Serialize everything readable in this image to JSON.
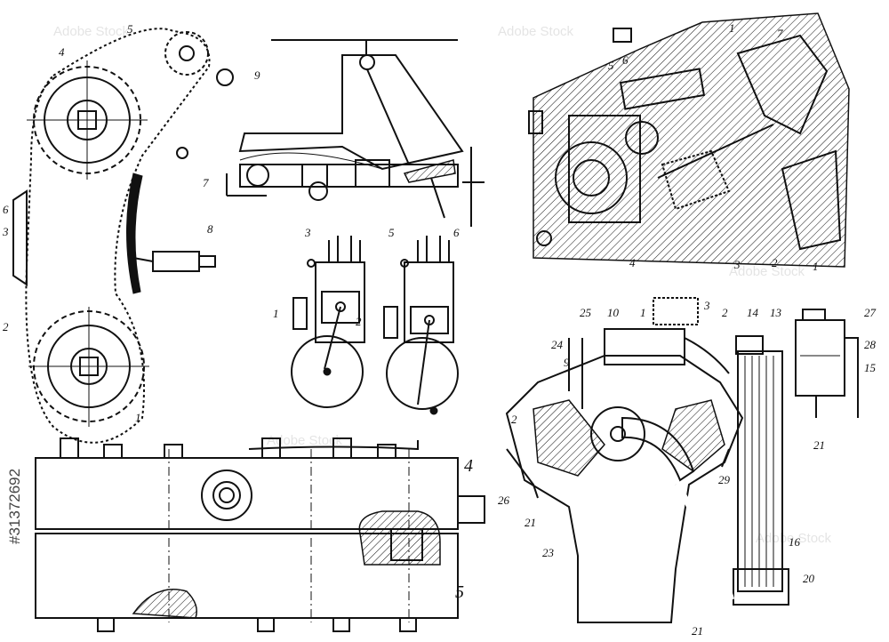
{
  "stock_id": "#31372692",
  "watermark": "Adobe Stock",
  "panels": {
    "timing_chain": {
      "labels": [
        "5",
        "4",
        "9",
        "7",
        "6",
        "3",
        "8",
        "2",
        "1"
      ]
    },
    "valve_lever": {
      "labels": []
    },
    "valve_timing": {
      "labels": [
        "3",
        "1",
        "2",
        "5",
        "6"
      ]
    },
    "cylinder_head": {
      "labels": [
        "5",
        "6",
        "1",
        "7",
        "4",
        "3",
        "2",
        "1"
      ]
    },
    "cooling_system": {
      "labels": [
        "25",
        "10",
        "1",
        "3",
        "2",
        "14",
        "13",
        "27",
        "24",
        "9",
        "28",
        "15",
        "2",
        "21",
        "26",
        "29",
        "21",
        "23",
        "16",
        "20",
        "21"
      ]
    },
    "engine_block": {
      "labels": [
        "4",
        "5"
      ]
    }
  }
}
